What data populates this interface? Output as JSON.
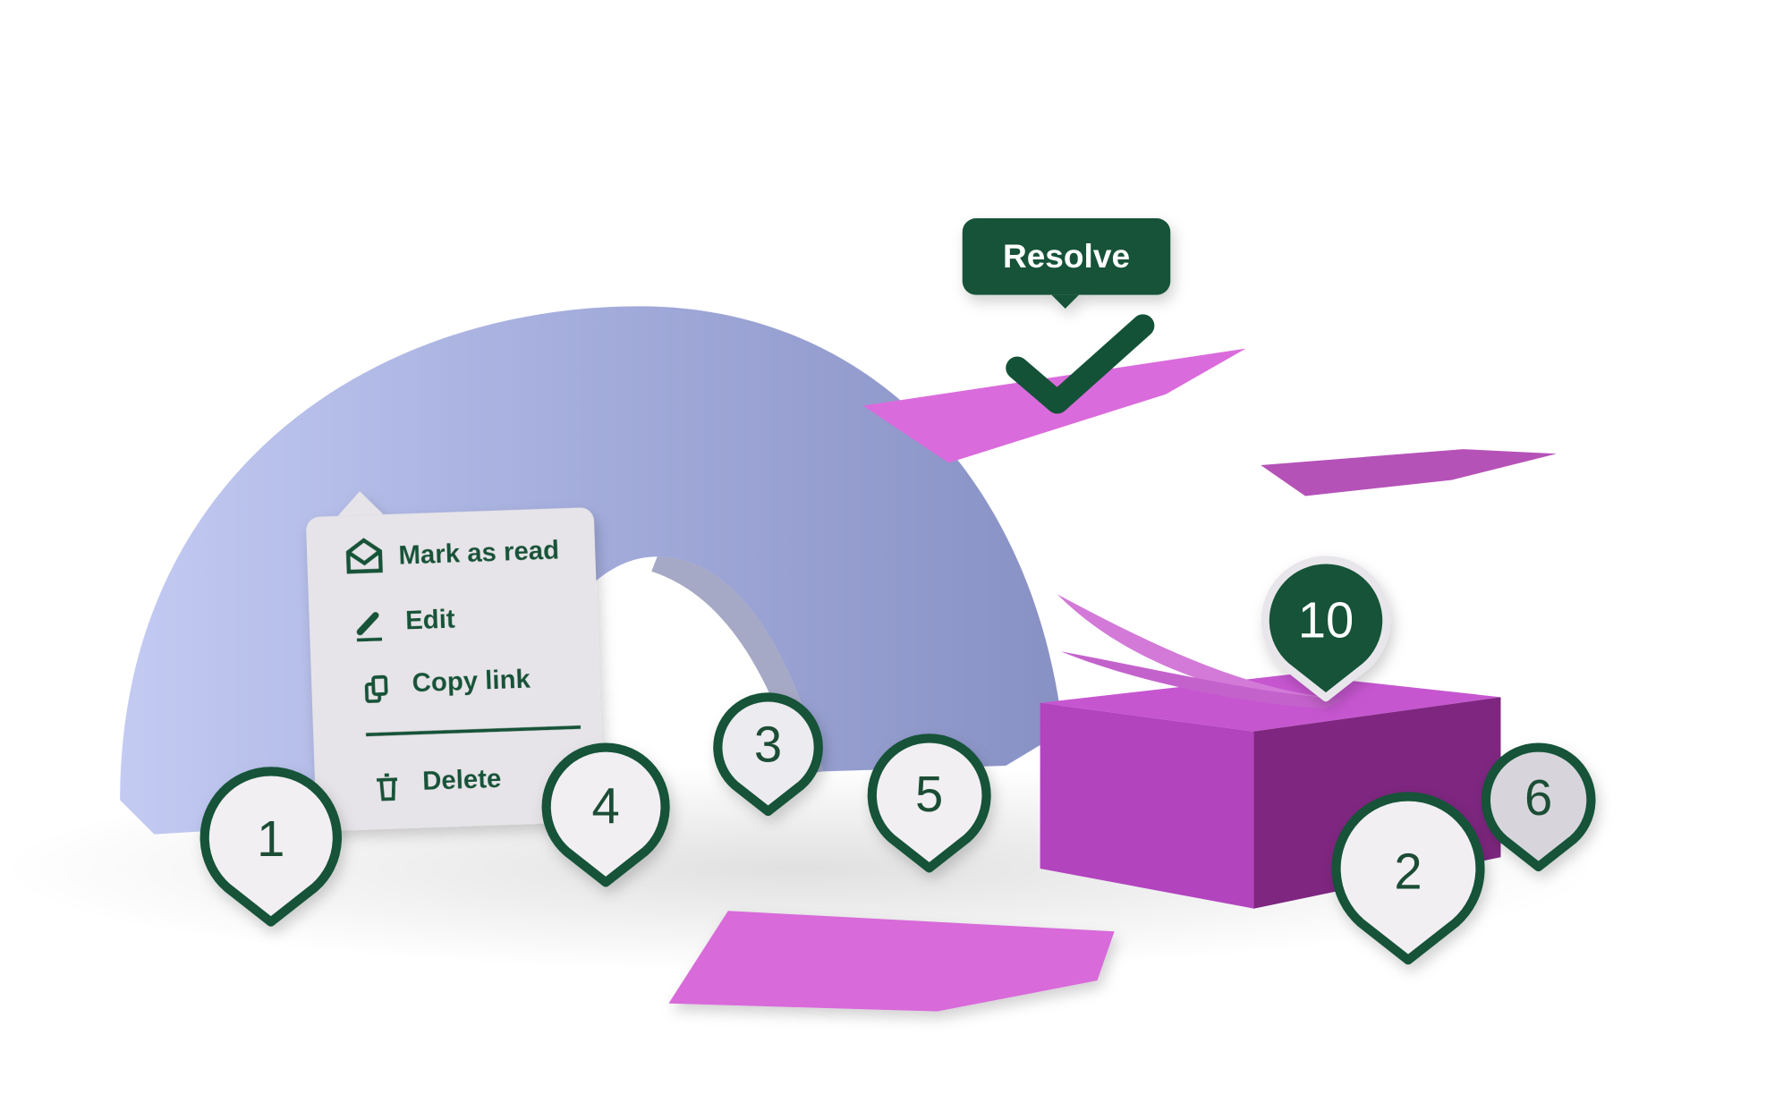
{
  "tooltip": {
    "label": "Resolve"
  },
  "context_menu": {
    "items": [
      {
        "label": "Mark as read",
        "icon": "envelope-open-icon"
      },
      {
        "label": "Edit",
        "icon": "pencil-icon"
      },
      {
        "label": "Copy link",
        "icon": "copy-icon"
      },
      {
        "label": "Delete",
        "icon": "trash-icon"
      }
    ]
  },
  "pins": [
    {
      "label": "1"
    },
    {
      "label": "2"
    },
    {
      "label": "3"
    },
    {
      "label": "4"
    },
    {
      "label": "5"
    },
    {
      "label": "6"
    },
    {
      "label": "10"
    }
  ],
  "colors": {
    "green": "#135237",
    "arch": "#a3acdc",
    "magenta": "#d86ad9",
    "box": "#b047bd",
    "card": "#e6e4e8"
  }
}
